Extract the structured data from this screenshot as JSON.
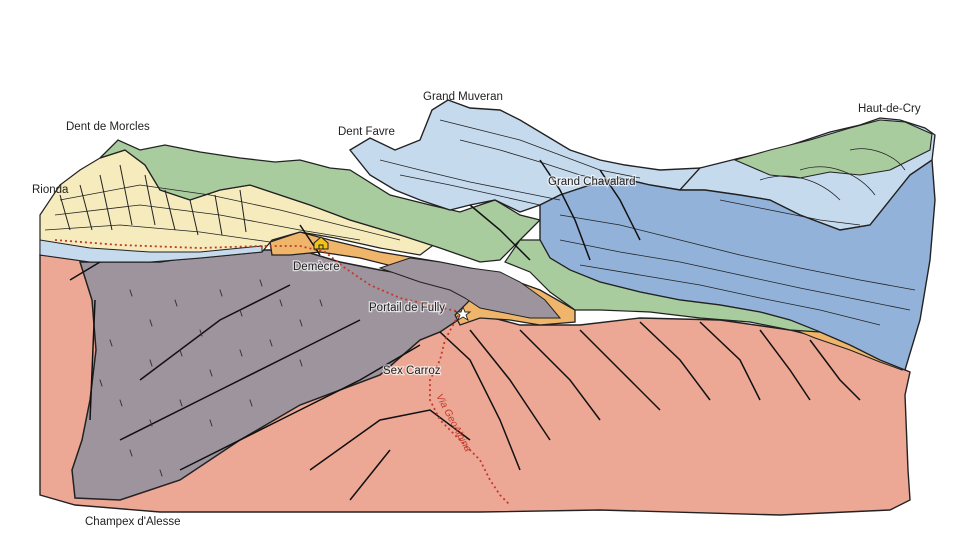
{
  "labels": {
    "grand_muveran": "Grand Muveran",
    "dent_de_morcles": "Dent de Morcles",
    "dent_favre": "Dent Favre",
    "haut_de_cry": "Haut-de-Cry",
    "rionda": "Rionda",
    "grand_chavalard": "Grand Chavalard",
    "demecre": "Demècre",
    "portail_de_fully": "Portail de Fully",
    "sex_carroz": "Sex Carroz",
    "champex": "Champex d'Alesse",
    "trail": "Via GeoAlpina"
  },
  "colors": {
    "basement": "#eca895",
    "grey_unit": "#9e949e",
    "orange_band": "#efb56a",
    "cream": "#f6ebbd",
    "green": "#a9cc9e",
    "light_blue": "#c6daee",
    "blue": "#93b2d9",
    "trail": "#c0392b",
    "hut": "#f2c21b"
  },
  "icons": {
    "hut": "house-icon",
    "start": "star-icon"
  }
}
